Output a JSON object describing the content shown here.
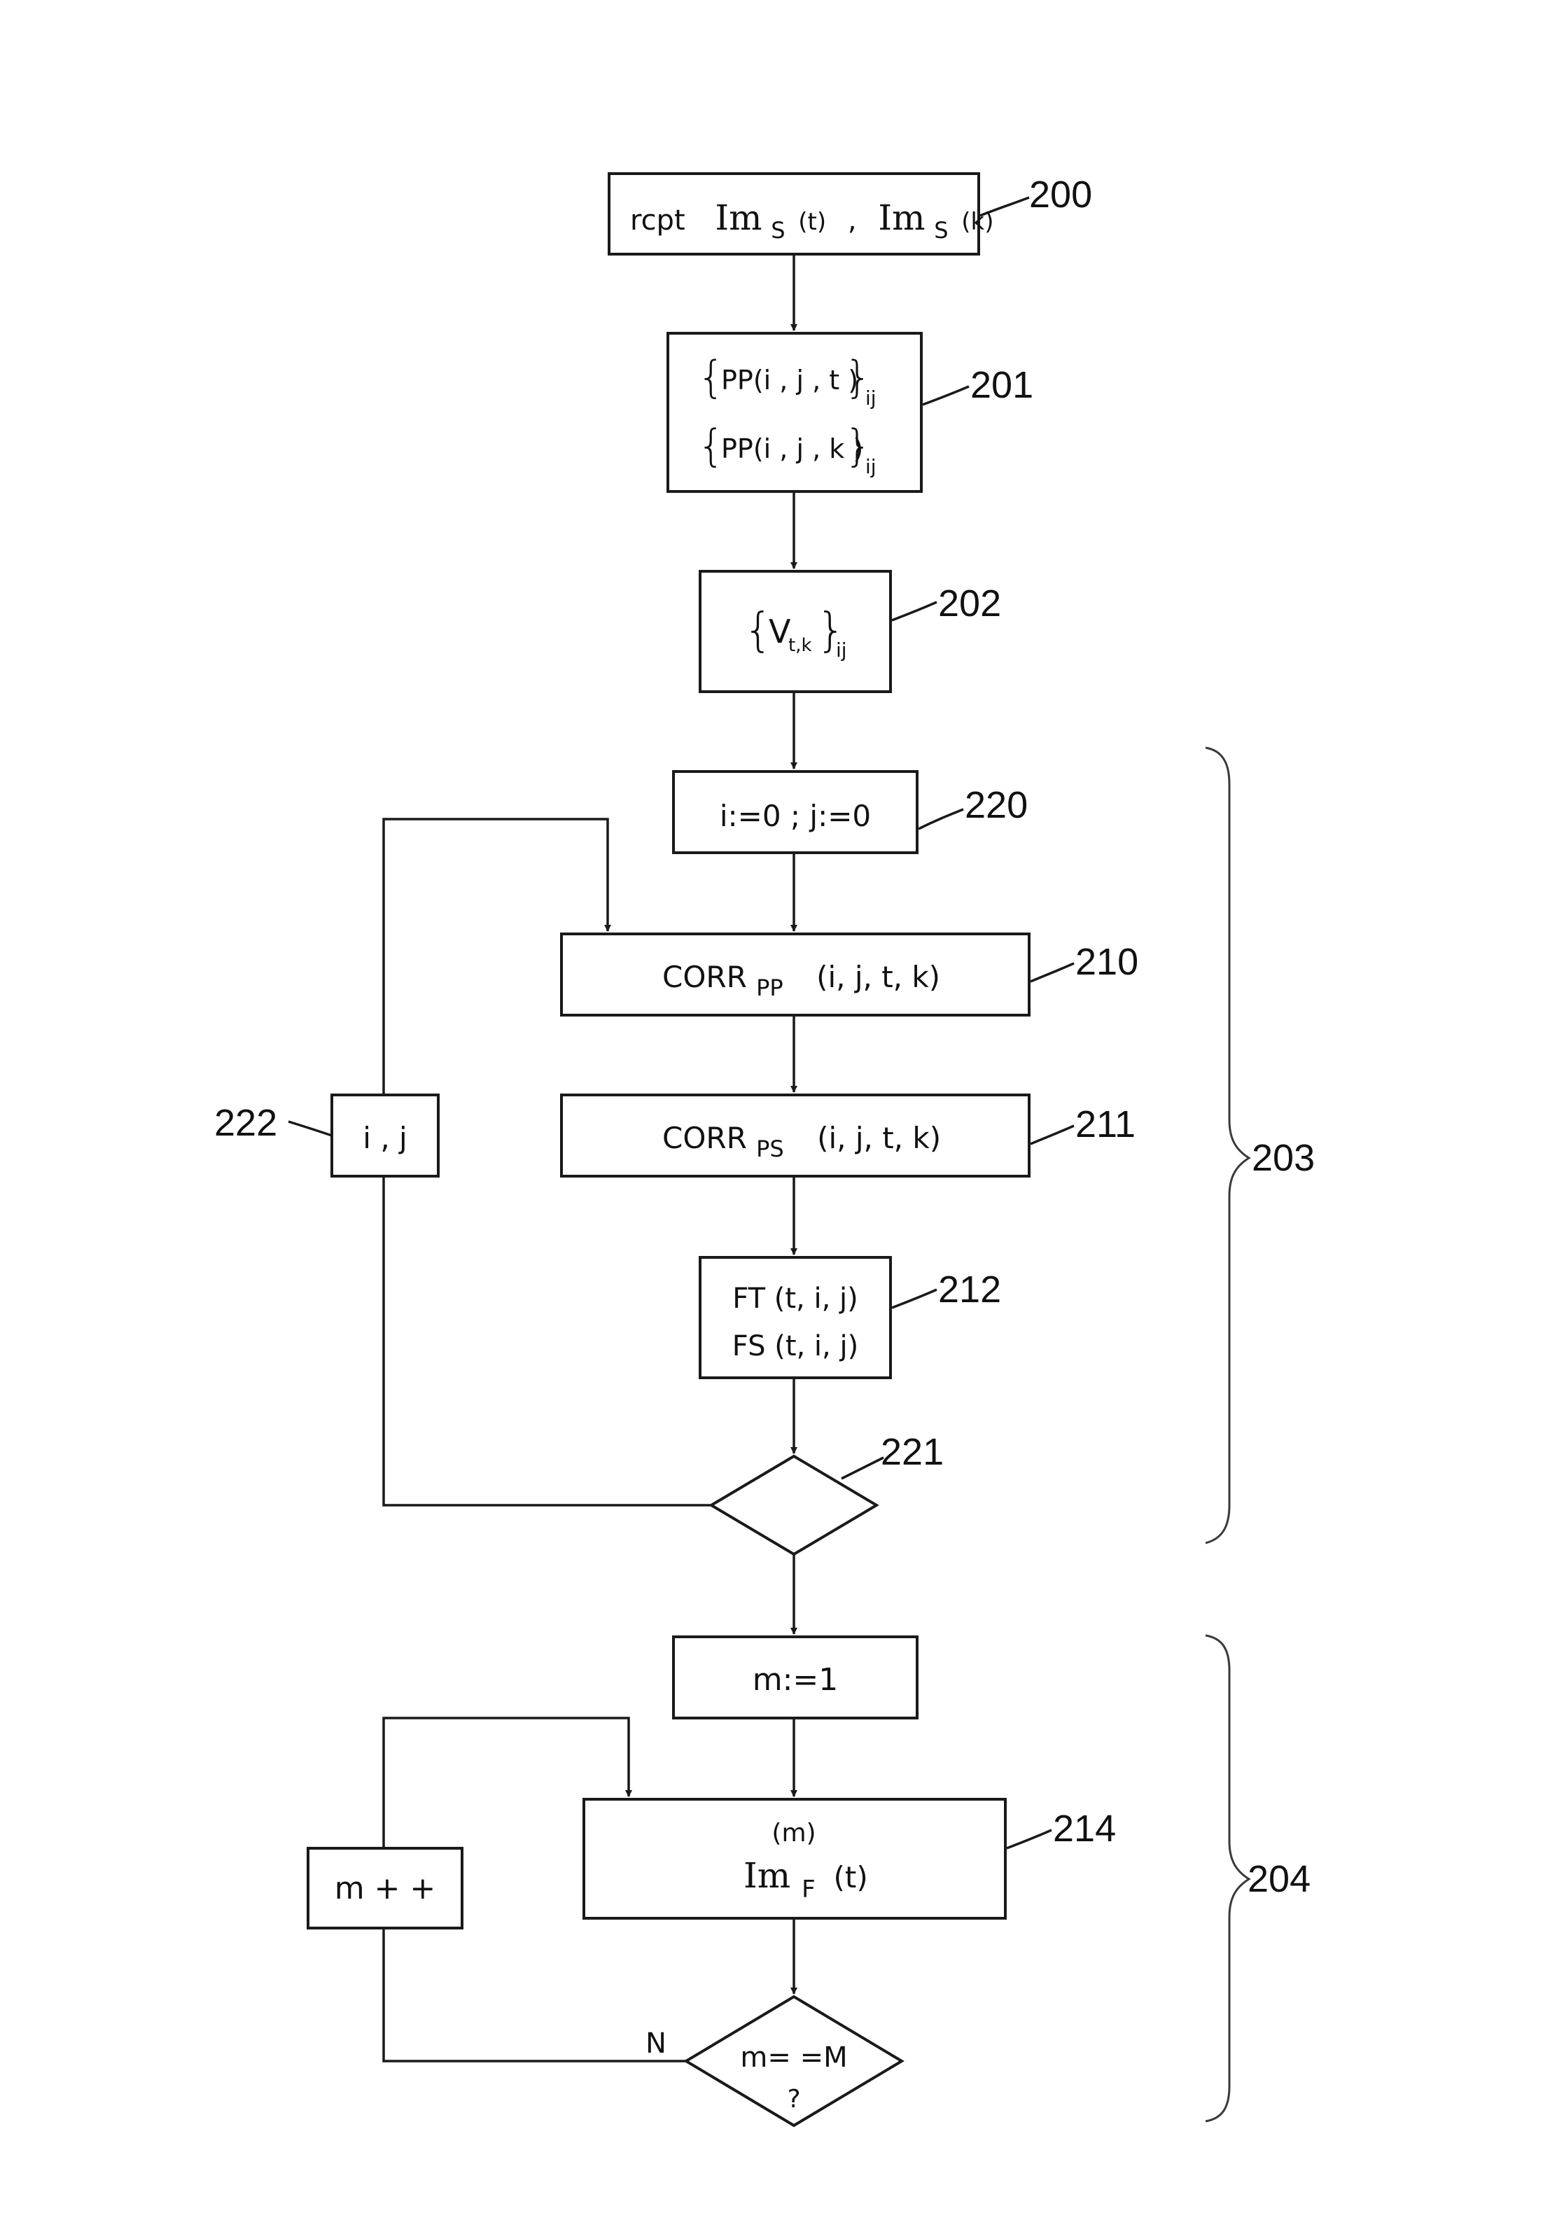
{
  "boxes": {
    "b200": {
      "prefix": "rcpt",
      "im": "Im",
      "sub": "S",
      "arg_t": "(t)",
      "comma": ",",
      "arg_k": "(k)"
    },
    "b201": {
      "line1": "PP(i , j , t )",
      "line2": "PP(i , j , k )",
      "sub": "ij"
    },
    "b202": {
      "v": "V",
      "vsub": "t,k",
      "sub": "ij"
    },
    "b220": {
      "text": "i:=0  ; j:=0"
    },
    "b210": {
      "corr": "CORR",
      "sub": "PP",
      "args": "(i, j, t, k)"
    },
    "b211": {
      "corr": "CORR",
      "sub": "PS",
      "args": "(i, j, t, k)"
    },
    "b212": {
      "line1": "FT (t, i, j)",
      "line2": "FS (t, i, j)"
    },
    "b222": {
      "text": "i , j"
    },
    "b_m1": {
      "text": "m:=1"
    },
    "b214": {
      "sup": "(m)",
      "im": "Im",
      "sub": "F",
      "arg": "(t)"
    },
    "b_mpp": {
      "text": "m + +"
    },
    "d_mM": {
      "line1": "m= =M",
      "line2": "?"
    }
  },
  "labels": {
    "r200": "200",
    "r201": "201",
    "r202": "202",
    "r220": "220",
    "r210": "210",
    "r211": "211",
    "r212": "212",
    "r221": "221",
    "r222": "222",
    "r214": "214",
    "r203": "203",
    "r204": "204",
    "n_label": "N"
  }
}
